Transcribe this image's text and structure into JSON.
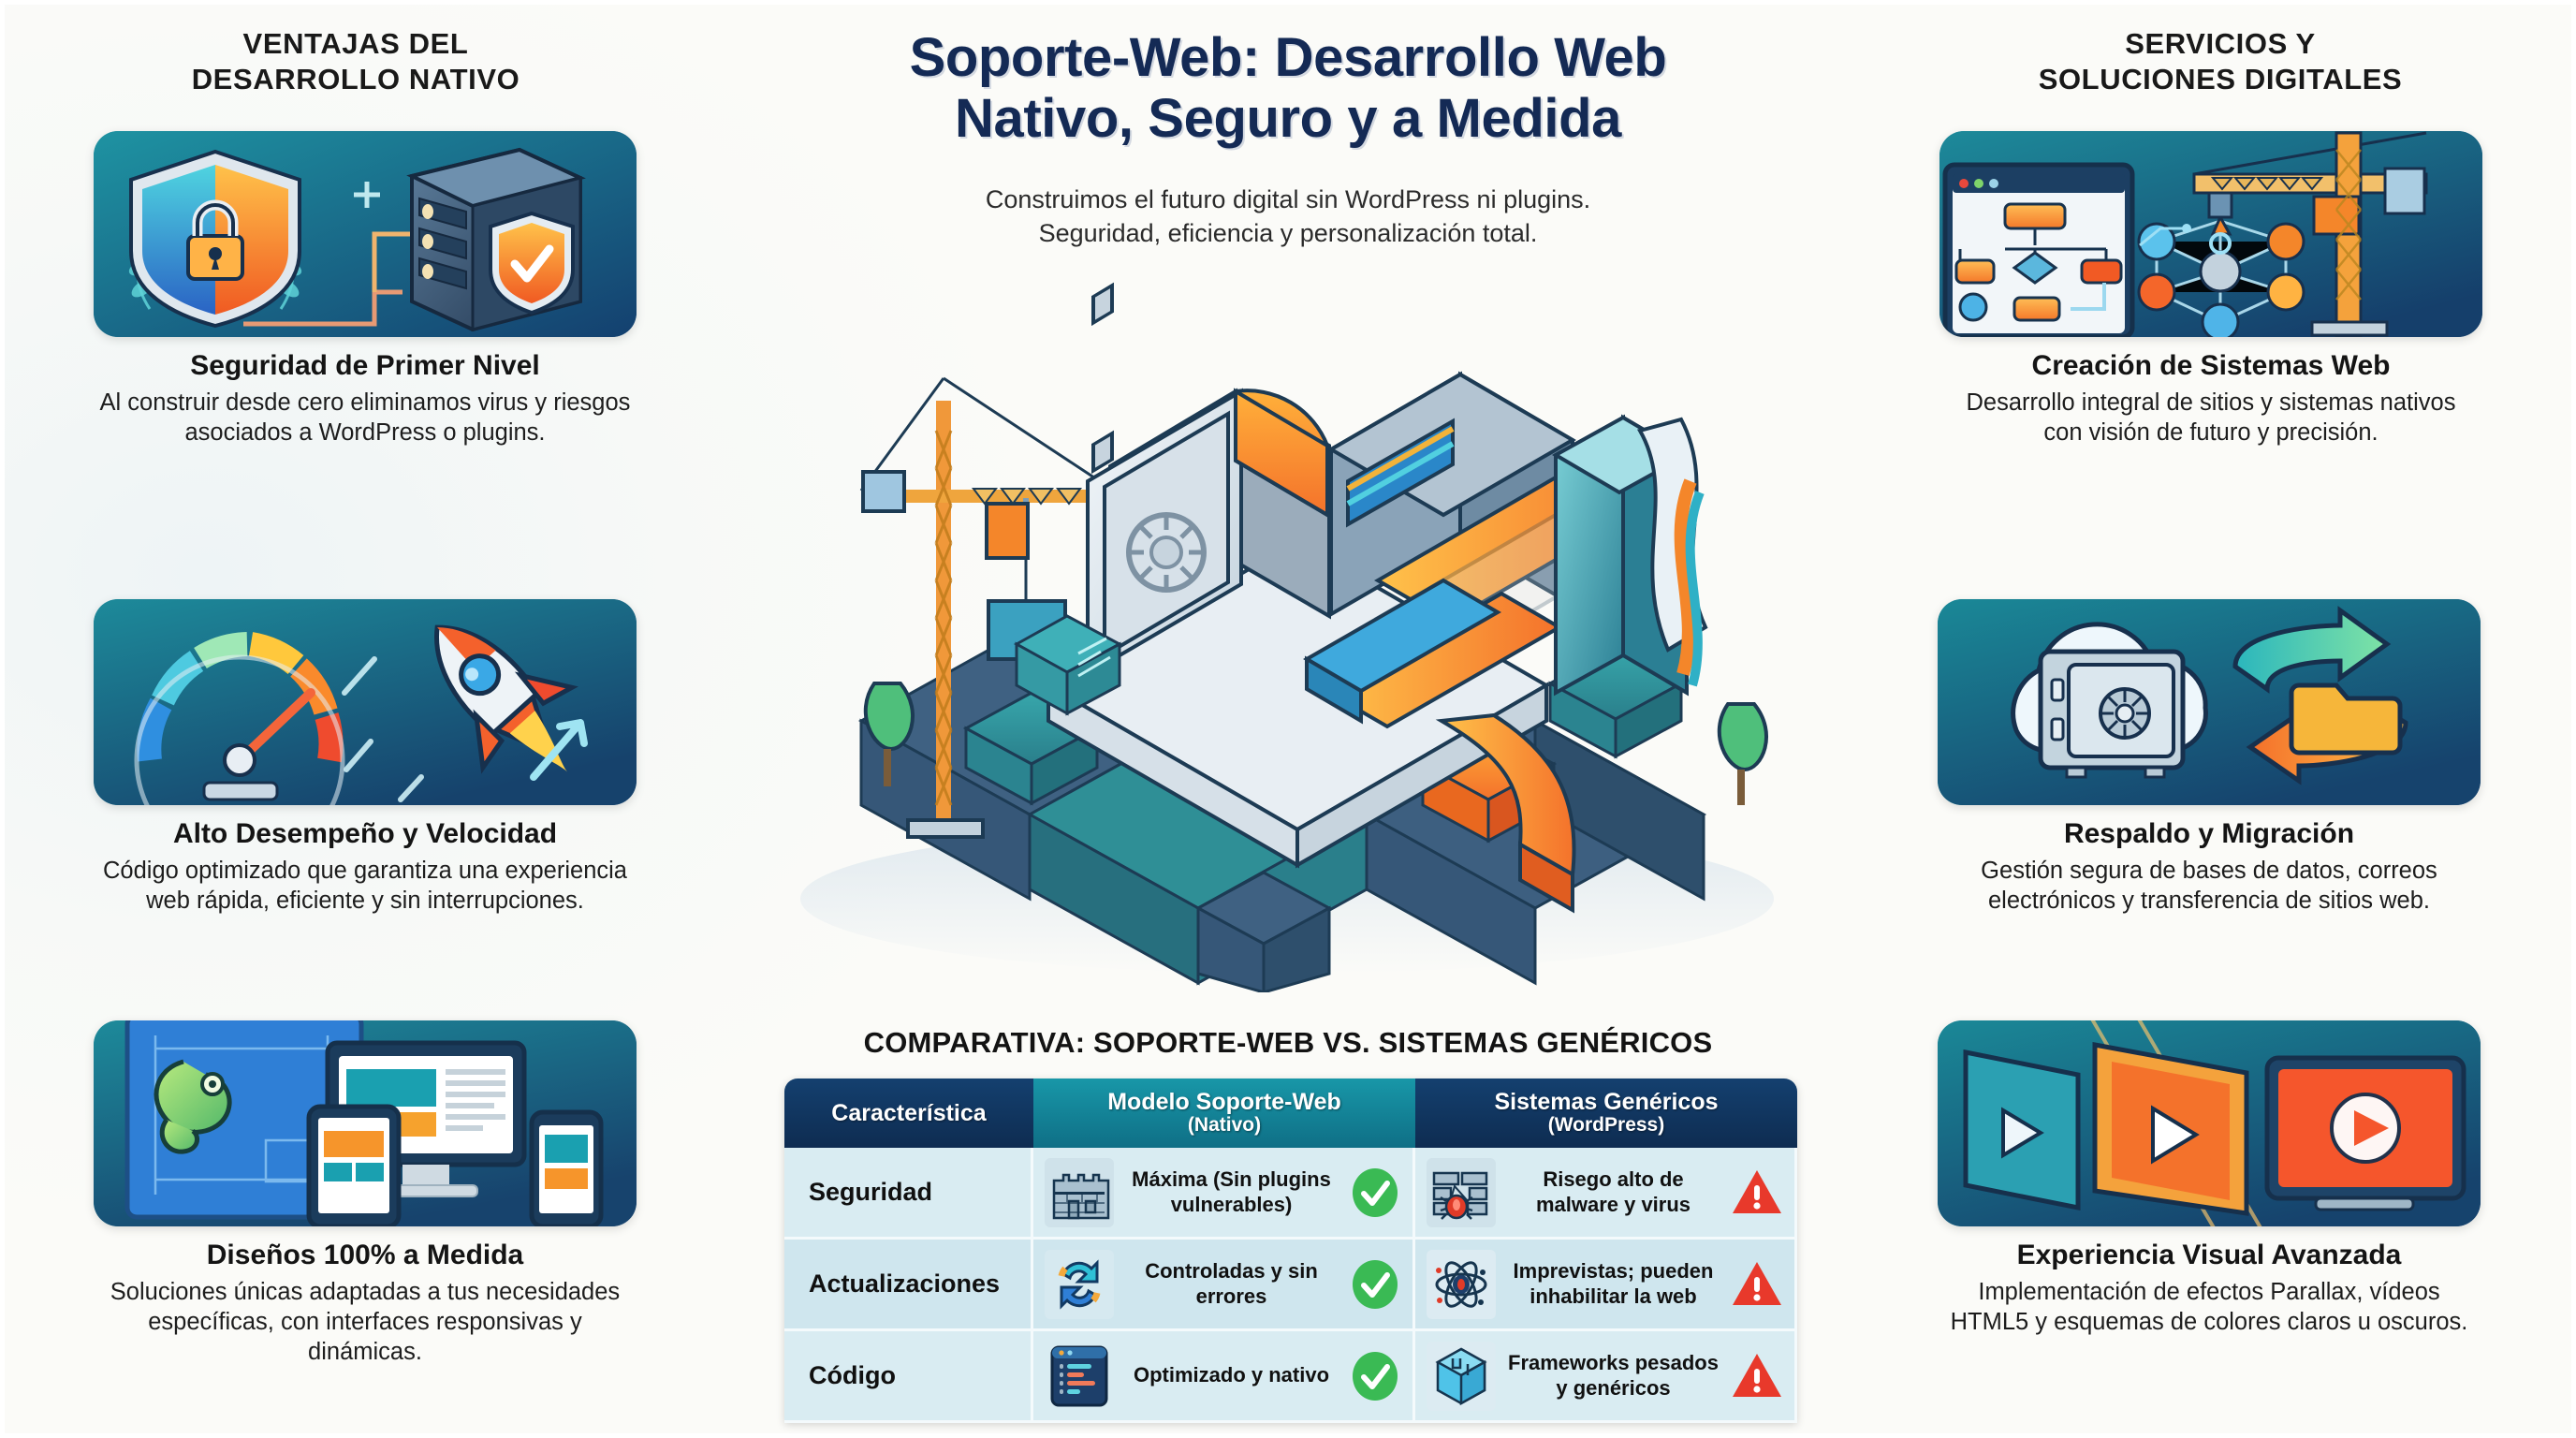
{
  "header": {
    "title_line1": "Soporte-Web: Desarrollo Web",
    "title_line2": "Nativo, Seguro y a Medida",
    "subtitle_line1": "Construimos el futuro digital sin WordPress ni plugins.",
    "subtitle_line2": "Seguridad, eficiencia y personalización total.",
    "title_color": "#142a55"
  },
  "left_column": {
    "heading_line1": "VENTAJAS DEL",
    "heading_line2": "DESARROLLO NATIVO",
    "features": [
      {
        "title": "Seguridad de Primer Nivel",
        "description": "Al construir desde cero eliminamos virus y riesgos asociados a WordPress o plugins.",
        "art": "shield-lock-server"
      },
      {
        "title": "Alto Desempeño y Velocidad",
        "description": "Código optimizado que garantiza una experiencia web rápida, eficiente y sin interrupciones.",
        "art": "speedometer-rocket"
      },
      {
        "title": "Diseños 100% a Medida",
        "description": "Soluciones únicas adaptadas a tus necesidades específicas, con interfaces responsivas y dinámicas.",
        "art": "chameleon-devices"
      }
    ]
  },
  "right_column": {
    "heading_line1": "SERVICIOS Y",
    "heading_line2": "SOLUCIONES DIGITALES",
    "features": [
      {
        "title": "Creación de Sistemas Web",
        "description": "Desarrollo integral de sitios y sistemas nativos con visión de futuro y precisión.",
        "art": "flowchart-network-crane"
      },
      {
        "title": "Respaldo y Migración",
        "description": "Gestión segura de bases de datos, correos electrónicos y transferencia de sitios web.",
        "art": "cloud-safe-arrows"
      },
      {
        "title": "Experiencia Visual Avanzada",
        "description": "Implementación de efectos Parallax, vídeos HTML5 y esquemas de colores claros u oscuros.",
        "art": "parallax-video-screens"
      }
    ]
  },
  "hero": {
    "art_name": "isometric-secure-web-city",
    "elements": [
      "crane",
      "vault-safe",
      "data-pipes",
      "code-blocks",
      "trees"
    ]
  },
  "comparison": {
    "title": "COMPARATIVA: SOPORTE-WEB VS. SISTEMAS GENÉRICOS",
    "columns": [
      {
        "label": "Característica",
        "sub": ""
      },
      {
        "label": "Modelo Soporte-Web",
        "sub": "(Nativo)"
      },
      {
        "label": "Sistemas Genéricos",
        "sub": "(WordPress)"
      }
    ],
    "rows": [
      {
        "feature": "Seguridad",
        "native": {
          "text": "Máxima (Sin plugins vulnerables)",
          "icon": "castle-icon",
          "mark": "check"
        },
        "generic": {
          "text": "Risego alto de malware y virus",
          "icon": "broken-wall-bug-icon",
          "mark": "warning"
        }
      },
      {
        "feature": "Actualizaciones",
        "native": {
          "text": "Controladas y sin errores",
          "icon": "refresh-arrows-icon",
          "mark": "check"
        },
        "generic": {
          "text": "Imprevistas; pueden inhabilitar la web",
          "icon": "atom-icon",
          "mark": "warning"
        }
      },
      {
        "feature": "Código",
        "native": {
          "text": "Optimizado y nativo",
          "icon": "code-window-icon",
          "mark": "check"
        },
        "generic": {
          "text": "Frameworks pesados y genéricos",
          "icon": "heavy-block-icon",
          "mark": "warning"
        }
      }
    ],
    "colors": {
      "header_navy": "#14406f",
      "header_teal": "#1897a8",
      "row_light": "#d9ecf2",
      "row_alt": "#cfe6ee",
      "check_green": "#3aba54",
      "warning_red": "#e8392b"
    }
  },
  "palette": {
    "card_teal": "#1d8a9a",
    "card_navy": "#15436f",
    "accent_orange": "#f58220",
    "accent_blue": "#2f9fd6"
  }
}
